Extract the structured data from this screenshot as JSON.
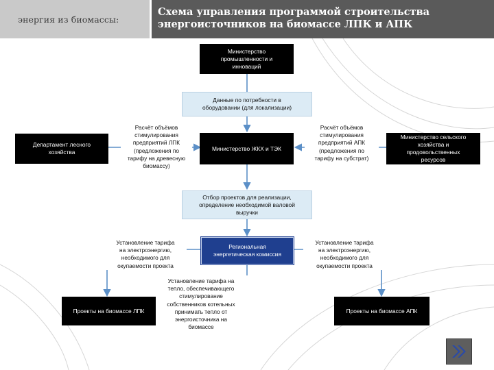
{
  "header": {
    "section": "энергия из биомассы:",
    "title_lines": [
      "Схема управления программой строительства",
      "энергоисточников на биомассе ЛПК и АПК"
    ]
  },
  "nodes": {
    "ministry_industry": [
      "Министерство",
      "промышленности и",
      "инноваций"
    ],
    "data_needs": [
      "Данные по потребности в",
      "оборудовании (для локализации)"
    ],
    "forest_dept": [
      "Департамент лесного",
      "хозяйства"
    ],
    "ministry_housing": [
      "Министерство ЖКХ и ТЭК"
    ],
    "ministry_agri": [
      "Министерство сельского",
      "хозяйства и",
      "продовольственных",
      "ресурсов"
    ],
    "project_selection": [
      "Отбор проектов для реализации,",
      "определение необходимой валовой",
      "выручки"
    ],
    "regional_commission": [
      "Региональная",
      "энергетическая комиссия"
    ],
    "projects_lpk": [
      "Проекты на биомассе ЛПК"
    ],
    "projects_apk": [
      "Проекты на биомассе АПК"
    ]
  },
  "notes": {
    "calc_lpk": [
      "Расчёт объёмов",
      "стимулирования",
      "предприятий ЛПК",
      "(предложения по",
      "тарифу на древесную",
      "биомассу)"
    ],
    "calc_apk": [
      "Расчёт объёмов",
      "стимулирования",
      "предприятий АПК",
      "(предложения по",
      "тарифу на субстрат)"
    ],
    "tariff_left": [
      "Установление тарифа",
      "на электроэнергию,",
      "необходимого для",
      "окупаемости проекта"
    ],
    "tariff_right": [
      "Установление тарифа",
      "на электроэнергию,",
      "необходимого для",
      "окупаемости проекта"
    ],
    "tariff_heat": [
      "Установление тарифа на",
      "тепло, обеспечивающего",
      "стимулирование",
      "собственников котельных",
      "принимать тепло от",
      "энергоисточника на",
      "биомассе"
    ]
  },
  "colors": {
    "header_bg": "#5a5a5a",
    "header_section_bg": "#c9c9c9",
    "node_dark": "#000000",
    "node_light": "#dcebf5",
    "node_accent": "#1f3f8f",
    "arrow": "#5b8fc7"
  },
  "icons": {
    "nav": "double-chevron-right-icon"
  }
}
